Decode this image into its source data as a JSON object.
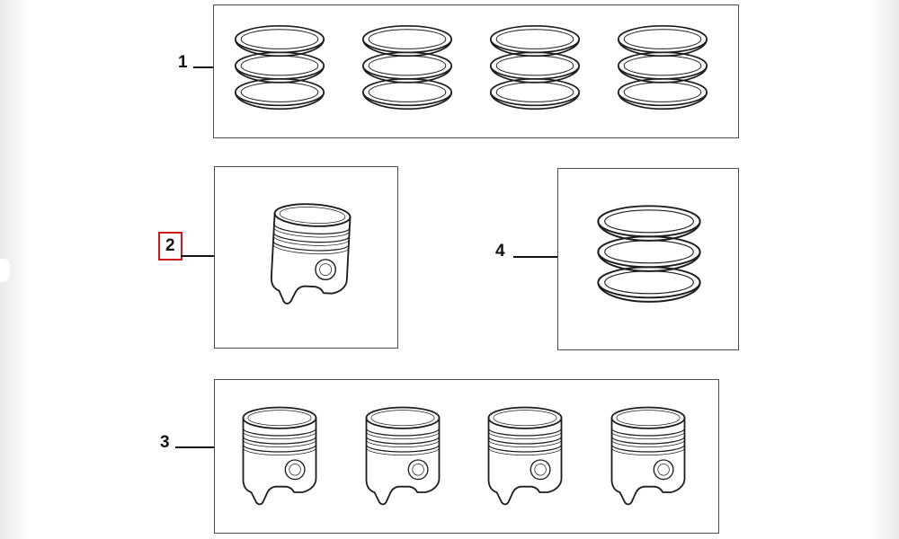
{
  "diagram": {
    "description": "exploded parts diagram of pistons and piston ring sets",
    "background": "#ffffff",
    "line_color": "#1d1d1d",
    "panel_border_color": "#4d4d4d",
    "highlight_color": "#d01818"
  },
  "callouts": {
    "ring_sets": {
      "label": "1",
      "highlighted": false
    },
    "single_piston": {
      "label": "2",
      "highlighted": true
    },
    "piston_set": {
      "label": "3",
      "highlighted": false
    },
    "single_ring_set": {
      "label": "4",
      "highlighted": false
    }
  },
  "panels": {
    "ring_sets": {
      "item": "piston-ring-set",
      "count": 4
    },
    "single_piston": {
      "item": "piston",
      "count": 1
    },
    "single_ring_set": {
      "item": "piston-ring-set",
      "count": 1
    },
    "piston_set": {
      "item": "piston",
      "count": 4
    }
  }
}
